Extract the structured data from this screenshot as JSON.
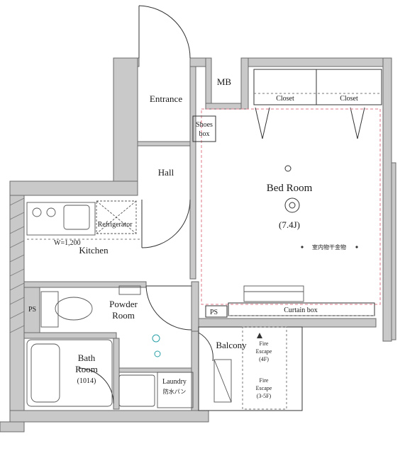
{
  "rooms": {
    "entrance": "Entrance",
    "mb": "MB",
    "shoes_box_line1": "Shoes",
    "shoes_box_line2": "box",
    "hall": "Hall",
    "bed_room": "Bed Room",
    "bed_room_size": "(7.4J)",
    "closet_left": "Closet",
    "closet_right": "Closet",
    "refrigerator": "Refrigerator",
    "kitchen_width": "W=1,200",
    "kitchen": "Kitchen",
    "powder_room_line1": "Powder",
    "powder_room_line2": "Room",
    "bath_room_line1": "Bath",
    "bath_room_line2": "Room",
    "bath_room_size": "(1014)",
    "laundry_line1": "Laundry",
    "laundry_line2": "防水パン",
    "balcony": "Balcony",
    "ps_left": "PS",
    "ps_right": "PS",
    "curtain_box": "Curtain box",
    "indoor_drying": "室内物干金物",
    "fire_escape_1_line1": "Fire",
    "fire_escape_1_line2": "Escape",
    "fire_escape_1_line3": "(4F)",
    "fire_escape_2_line1": "Fire",
    "fire_escape_2_line2": "Escape",
    "fire_escape_2_line3": "(3-5F)"
  }
}
